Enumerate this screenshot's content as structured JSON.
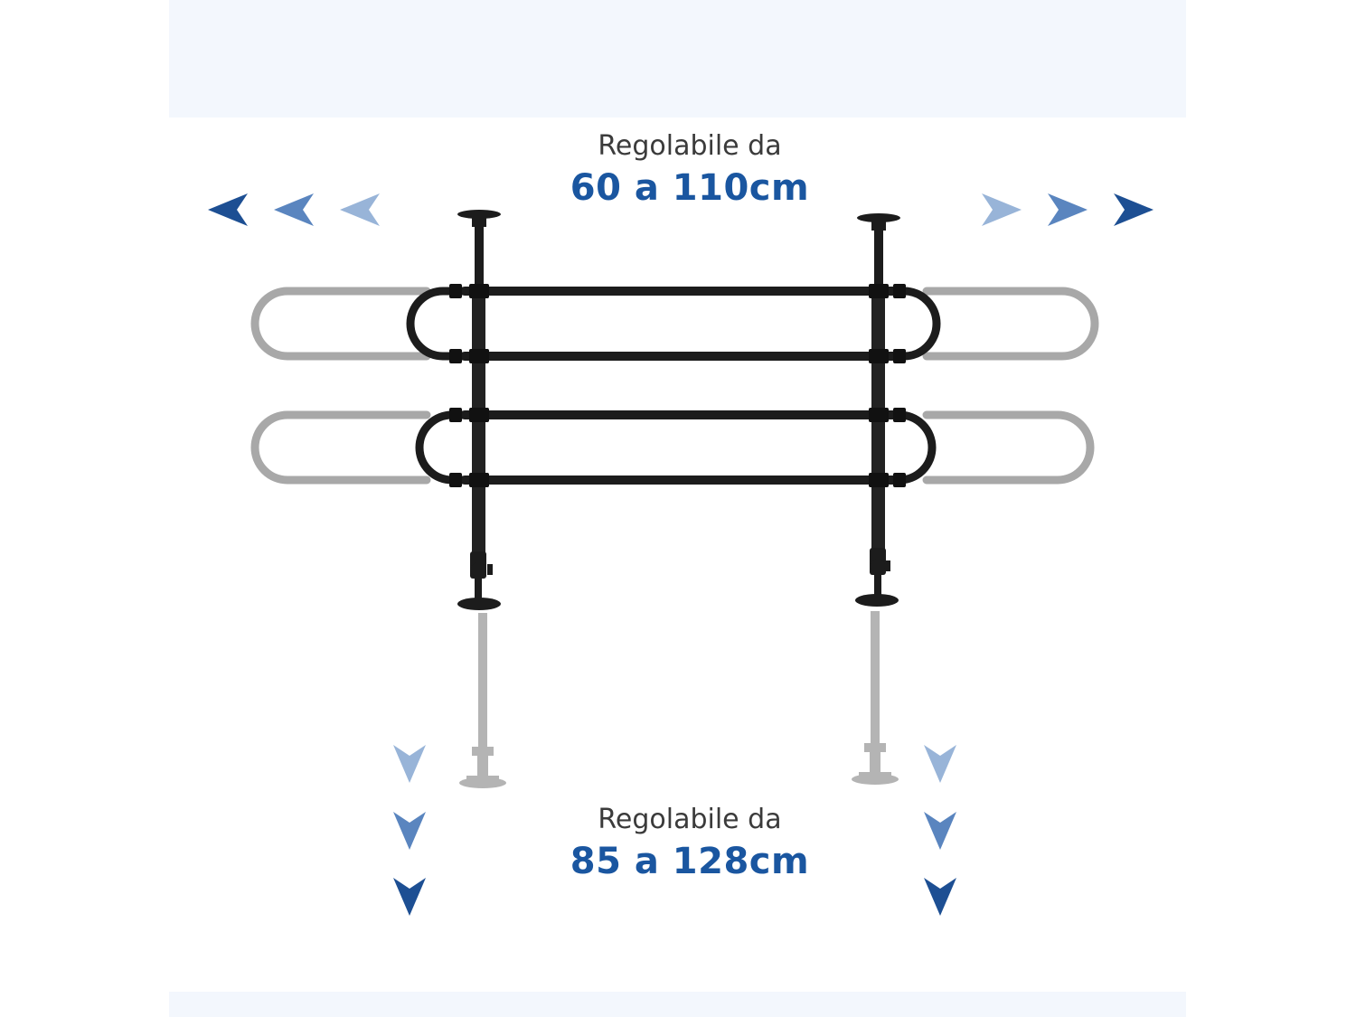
{
  "width_caption": {
    "label": "Regolabile da",
    "value": "60 a 110cm"
  },
  "height_caption": {
    "label": "Regolabile da",
    "value": "85 a 128cm"
  },
  "colors": {
    "band_background": "#f3f7fd",
    "accent_blue": "#1a56a0",
    "arrow_dark": "#1d4f93",
    "arrow_mid": "#5a85bf",
    "arrow_light": "#98b4d8",
    "gate_black": "#1c1c1c",
    "ghost_gray": "#a8a8a8",
    "label_text": "#3b3b3b"
  },
  "icons": {
    "arrow_left": "left-chevron-arrow-icon",
    "arrow_right": "right-chevron-arrow-icon",
    "arrow_down": "down-chevron-arrow-icon"
  }
}
